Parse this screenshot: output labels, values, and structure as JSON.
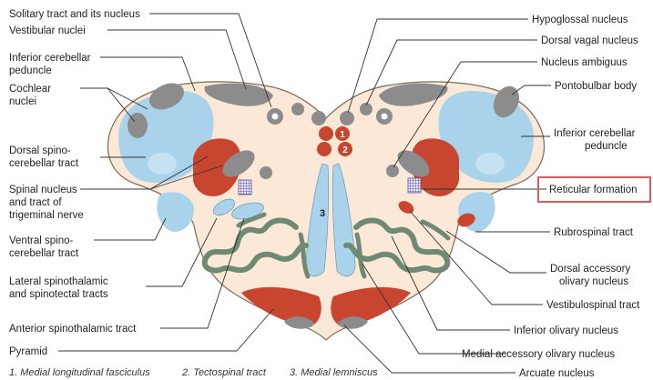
{
  "labels_left": {
    "solitary": "Solitary tract and its nucleus",
    "vestibular": "Vestibular nuclei",
    "inf_cereb_1": "Inferior cerebellar",
    "inf_cereb_2": "peduncle",
    "cochlear_1": "Cochlear",
    "cochlear_2": "nuclei",
    "dorsal_spino_1": "Dorsal spino-",
    "dorsal_spino_2": "cerebellar tract",
    "spinal_1": "Spinal nucleus",
    "spinal_2": "and tract of",
    "spinal_3": "trigeminal nerve",
    "ventral_spino_1": "Ventral spino-",
    "ventral_spino_2": "cerebellar tract",
    "lateral_1": "Lateral spinothalamic",
    "lateral_2": "and spinotectal tracts",
    "anterior": "Anterior spinothalamic tract",
    "pyramid": "Pyramid"
  },
  "labels_right": {
    "hypoglossal": "Hypoglossal nucleus",
    "dorsal_vagal": "Dorsal vagal nucleus",
    "ambiguus": "Nucleus ambiguus",
    "pontobulbar": "Pontobulbar body",
    "inf_cereb_1": "Inferior cerebellar",
    "inf_cereb_2": "peduncle",
    "reticular": "Reticular formation",
    "rubrospinal": "Rubrospinal tract",
    "dorsal_acc_1": "Dorsal accessory",
    "dorsal_acc_2": "olivary nucleus",
    "vestibulospinal": "Vestibulospinal tract",
    "inferior_olivary": "Inferior olivary nucleus",
    "medial_acc": "Medial accessory olivary nucleus",
    "arcuate": "Arcuate nucleus"
  },
  "numbers": {
    "n1": "1",
    "n2": "2",
    "n3": "3"
  },
  "caption": {
    "c1": "1. Medial longitudinal fasciculus",
    "c2": "2. Tectospinal tract",
    "c3": "3. Medial lemniscus"
  },
  "colors": {
    "section": "#fbe8d6",
    "gray_nucleus": "#8c8c8c",
    "blue_tract": "#a9d3ea",
    "red_tract": "#c8462f",
    "olive": "#6e8a73",
    "reticular": "#6c62b0",
    "highlight": "#e15a5a"
  }
}
